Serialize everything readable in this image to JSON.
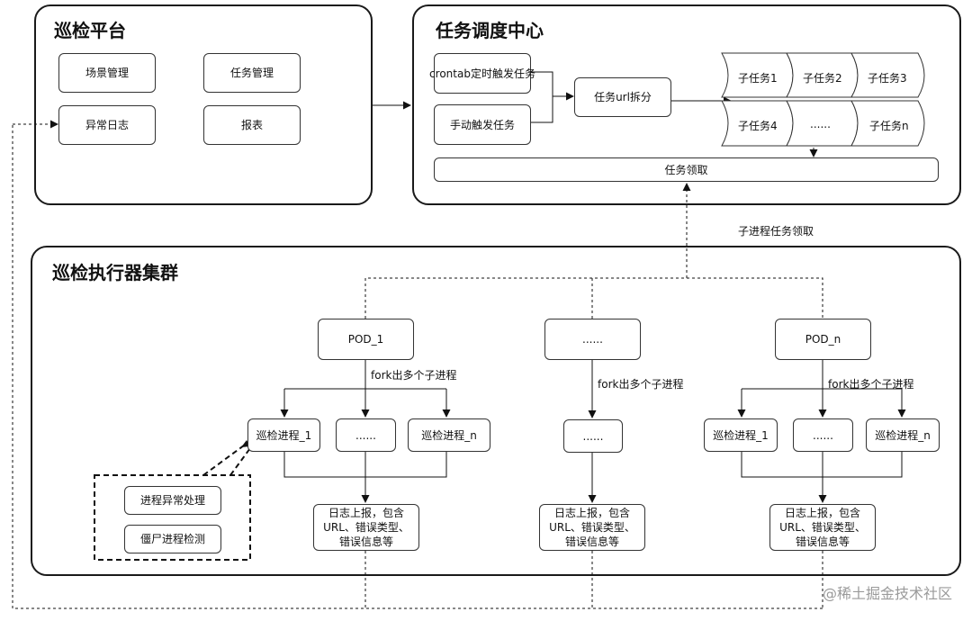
{
  "platform": {
    "title": "巡检平台",
    "modules": [
      "场景管理",
      "任务管理",
      "异常日志",
      "报表"
    ]
  },
  "scheduler": {
    "title": "任务调度中心",
    "trigger_cron": "crontab定时触发任务",
    "trigger_manual": "手动触发任务",
    "url_split": "任务url拆分",
    "subtasks": [
      "子任务1",
      "子任务2",
      "子任务3",
      "子任务4",
      "......",
      "子任务n"
    ],
    "fetch": "任务领取"
  },
  "subprocess_fetch_label": "子进程任务领取",
  "cluster": {
    "title": "巡检执行器集群",
    "pods": [
      {
        "name": "POD_1",
        "fork_label": "fork出多个子进程",
        "processes": [
          "巡检进程_1",
          "......",
          "巡检进程_n"
        ],
        "report": "日志上报，包含URL、错误类型、错误信息等"
      },
      {
        "name": "......",
        "fork_label": "fork出多个子进程",
        "processes": [
          "......"
        ],
        "report": "日志上报，包含URL、错误类型、错误信息等"
      },
      {
        "name": "POD_n",
        "fork_label": "fork出多个子进程",
        "processes": [
          "巡检进程_1",
          "......",
          "巡检进程_n"
        ],
        "report": "日志上报，包含URL、错误类型、错误信息等"
      }
    ],
    "process_handling": [
      "进程异常处理",
      "僵尸进程检测"
    ]
  },
  "watermark": "@稀土掘金技术社区"
}
